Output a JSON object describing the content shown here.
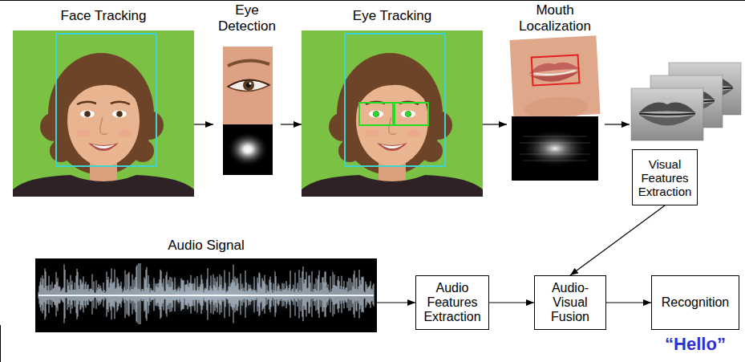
{
  "diagram": {
    "nodes": [
      {
        "text": [
          "Face Tracking"
        ]
      },
      {
        "text": [
          "Eye Detection"
        ]
      },
      {
        "text": [
          "Eye Tracking"
        ]
      },
      {
        "text": [
          "Mouth Localization"
        ]
      },
      {
        "text": [
          "Visual Features Extraction"
        ]
      },
      {
        "text": [
          "Audio Signal"
        ]
      },
      {
        "text": [
          "Audio Features Extraction"
        ]
      },
      {
        "text": [
          "Audio-Visual Fusion"
        ]
      },
      {
        "text": [
          "Recognition"
        ]
      }
    ],
    "edges": [
      {
        "from": 0,
        "to": 1,
        "arrow": "to"
      },
      {
        "from": 1,
        "to": 2,
        "arrow": "to"
      },
      {
        "from": 2,
        "to": 3,
        "arrow": "to"
      },
      {
        "from": 4,
        "to": 7,
        "arrow": "to"
      },
      {
        "from": 5,
        "to": 6,
        "arrow": "to"
      },
      {
        "from": 6,
        "to": 7,
        "arrow": "to"
      },
      {
        "from": 7,
        "to": 8,
        "arrow": "to"
      }
    ],
    "labels": [
      "“Hello”"
    ]
  }
}
